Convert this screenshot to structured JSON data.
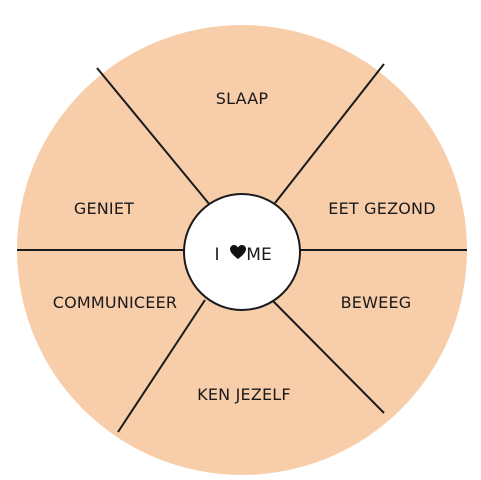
{
  "colors": {
    "wheel_fill": "#f8cdaa",
    "divider": "#1a1a1a",
    "center_fill": "#ffffff",
    "heart": "#111111"
  },
  "center": {
    "left_text": "I",
    "heart_icon": "heart-icon",
    "right_text": "ME"
  },
  "segments": [
    {
      "label": "SLAAP"
    },
    {
      "label": "EET GEZOND"
    },
    {
      "label": "BEWEEG"
    },
    {
      "label": "KEN JEZELF"
    },
    {
      "label": "COMMUNICEER"
    },
    {
      "label": "GENIET"
    }
  ]
}
